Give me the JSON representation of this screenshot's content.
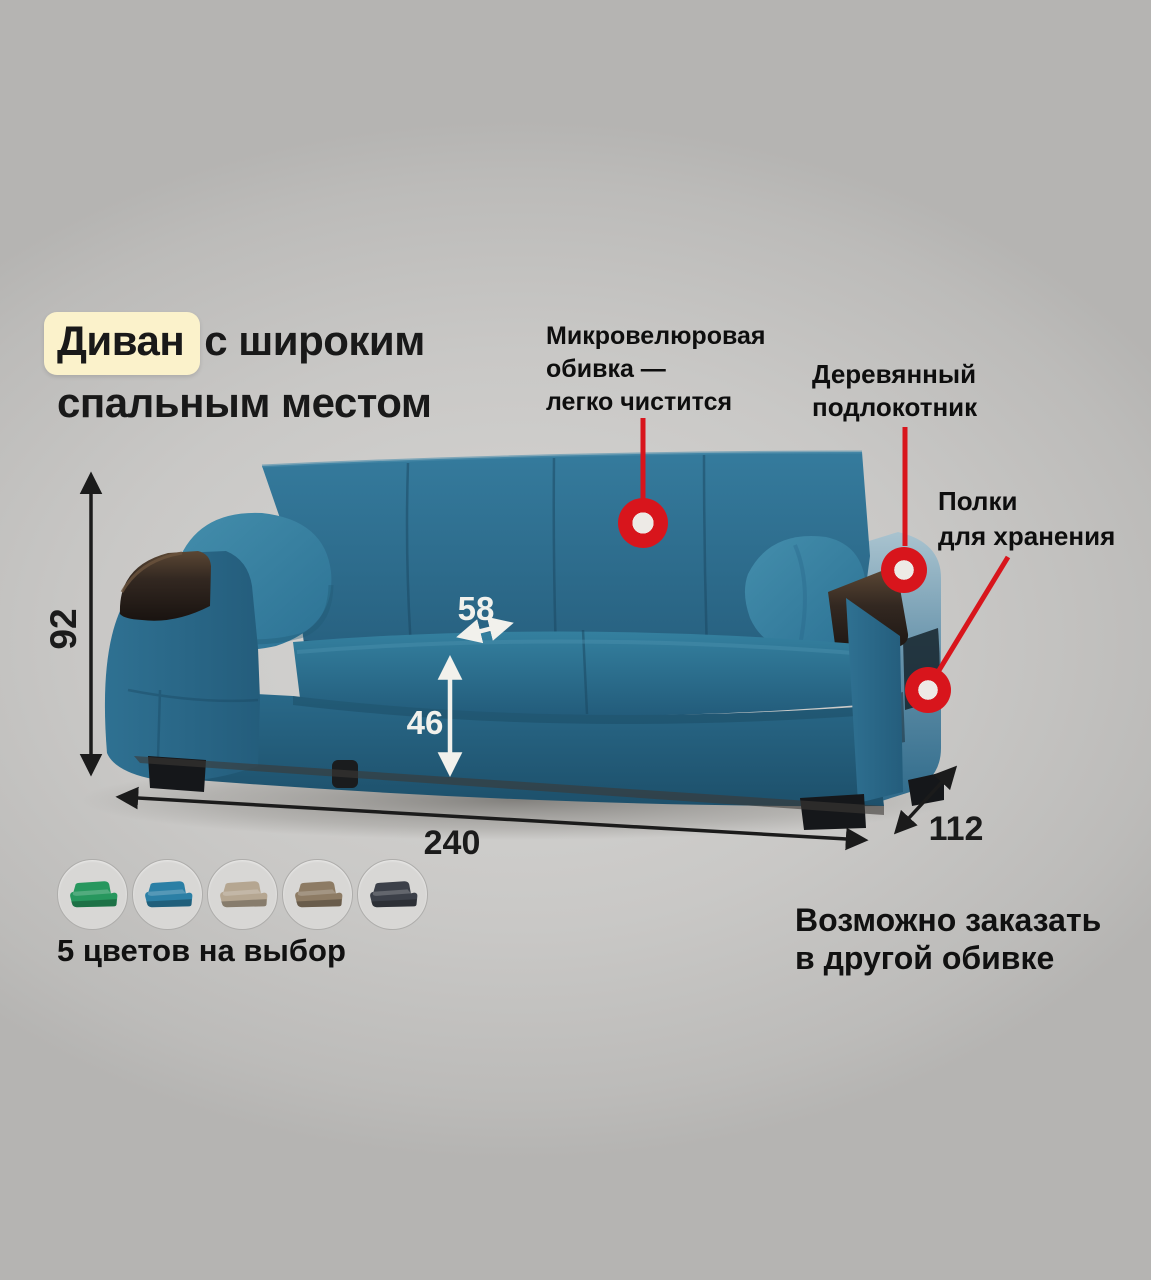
{
  "title": {
    "highlight": "Диван",
    "rest_line1": "с широким",
    "line2": "спальным местом"
  },
  "callouts": {
    "upholstery": {
      "line1": "Микровелюровая",
      "line2": "обивка —",
      "line3": "легко чистится"
    },
    "armrest": {
      "line1": "Деревянный",
      "line2": "подлокотник"
    },
    "shelves": {
      "line1": "Полки",
      "line2": "для хранения"
    }
  },
  "dimensions": {
    "height": "92",
    "seat_depth": "58",
    "seat_height": "46",
    "width": "240",
    "depth": "112"
  },
  "swatches": {
    "label": "5 цветов на выбор",
    "items": [
      {
        "name": "green",
        "color": "#27975e"
      },
      {
        "name": "blue",
        "color": "#2b7fa5"
      },
      {
        "name": "beige",
        "color": "#b5a691"
      },
      {
        "name": "brown",
        "color": "#8d7b64"
      },
      {
        "name": "dark-gray",
        "color": "#3c4049"
      }
    ]
  },
  "note": {
    "line1": "Возможно заказать",
    "line2": "в другой обивке"
  },
  "theme": {
    "accent_red": "#d8151c",
    "highlight_yellow": "#fbf2cb",
    "sofa_teal": "#2e6e8f",
    "background_gray": "#c9c8c6"
  }
}
